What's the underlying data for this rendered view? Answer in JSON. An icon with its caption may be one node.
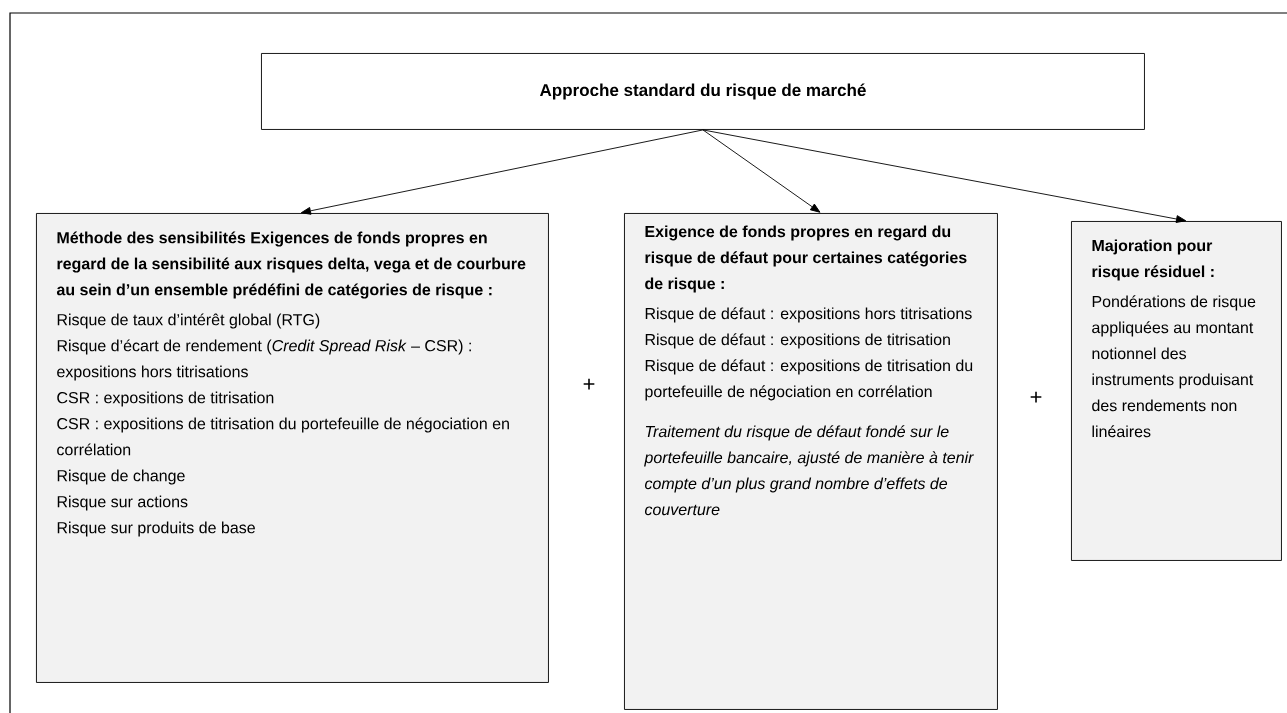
{
  "diagram": {
    "nodes": [
      {
        "text": [
          "Approche standard du risque de marché"
        ]
      },
      {
        "text": [
          "Méthode des sensibilités  Exigences de fonds propres en regard de la sensibilité aux risques delta, vega et de courbure au sein d’un ensemble prédéfini de catégories de risque :",
          "Risque de taux d’intérêt global (RTG)",
          "Risque d’écart de rendement (*Credit Spread Risk* – CSR) : expositions hors titrisations",
          "CSR : expositions de titrisation",
          "CSR : expositions de titrisation du portefeuille de négociation en corrélation",
          "Risque de change",
          "Risque sur actions",
          "Risque sur produits de base"
        ]
      },
      {
        "text": [
          "Exigence de fonds propres en regard du risque de défaut pour certaines catégories de risque :",
          "Risque de défaut : expositions hors titrisations",
          "Risque de défaut : expositions de titrisation",
          "Risque de défaut : expositions de titrisation du portefeuille de négociation en corrélation",
          "Traitement du risque de défaut fondé sur le portefeuille bancaire, ajusté de manière à tenir compte d’un plus grand nombre d’effets de couverture"
        ]
      },
      {
        "text": [
          "Majoration pour risque résiduel :",
          "Pondérations de risque appliquées au montant notionnel des instruments produisant des rendements non linéaires"
        ]
      }
    ],
    "edges": [
      {
        "from": 0,
        "to": 1,
        "arrow": "to"
      },
      {
        "from": 0,
        "to": 2,
        "arrow": "to"
      },
      {
        "from": 0,
        "to": 3,
        "arrow": "to"
      }
    ],
    "labels": [
      "+",
      "+"
    ]
  }
}
